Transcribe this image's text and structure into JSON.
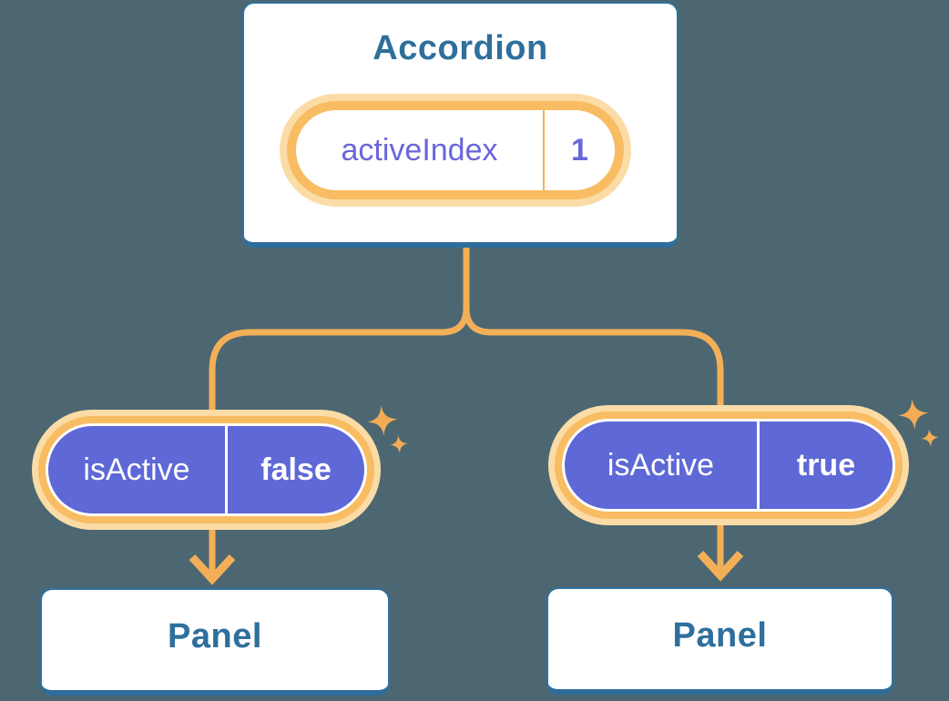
{
  "diagram_title_hint": "React lifting-state-up diagram",
  "colors": {
    "bg": "#4C6771",
    "accent_orange": "#F8BC62",
    "glow_orange": "#FBDCA6",
    "line_orange": "#F3AF58",
    "purple": "#5E68D6",
    "card_text": "#2E6F9C",
    "card_border": "#2F72A1",
    "card_shadow": "#2C6D9B",
    "prop_text": "#6966DB",
    "white": "#FFFFFF"
  },
  "accordion": {
    "title": "Accordion",
    "state": {
      "name": "activeIndex",
      "value": "1"
    }
  },
  "children": [
    {
      "prop": {
        "name": "isActive",
        "value": "false"
      },
      "panel_label": "Panel"
    },
    {
      "prop": {
        "name": "isActive",
        "value": "true"
      },
      "panel_label": "Panel"
    }
  ]
}
